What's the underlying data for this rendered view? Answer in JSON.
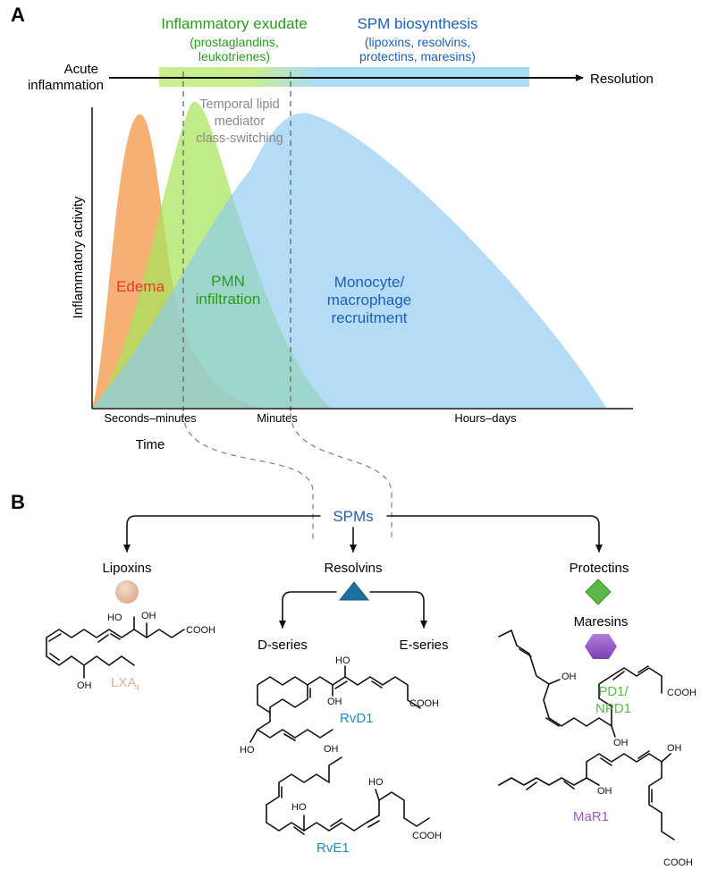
{
  "panel_a": {
    "label": "A",
    "exudate_title": "Inflammatory exudate",
    "exudate_sub1": "(prostaglandins,",
    "exudate_sub2": "leukotrienes)",
    "spm_title": "SPM biosynthesis",
    "spm_sub1": "(lipoxins, resolvins,",
    "spm_sub2": "protectins, maresins)",
    "acute_1": "Acute",
    "acute_2": "inflammation",
    "resolution": "Resolution",
    "switch_1": "Temporal lipid",
    "switch_2": "mediator",
    "switch_3": "class-switching",
    "edema": "Edema",
    "pmn_1": "PMN",
    "pmn_2": "infiltration",
    "mono_1": "Monocyte/",
    "mono_2": "macrophage",
    "mono_3": "recruitment",
    "y_axis": "Inflammatory activity",
    "tick_1": "Seconds–minutes",
    "tick_2": "Minutes",
    "tick_3": "Hours–days",
    "x_axis": "Time"
  },
  "panel_b": {
    "label": "B",
    "spms": "SPMs",
    "lipoxins": "Lipoxins",
    "resolvins": "Resolvins",
    "protectins": "Protectins",
    "maresins": "Maresins",
    "d_series": "D-series",
    "e_series": "E-series",
    "lxa": "LXA",
    "lxa_sub": "4",
    "rvd1": "RvD1",
    "rve1": "RvE1",
    "pd1_1": "PD1/",
    "pd1_2": "NPD1",
    "mar1": "MaR1",
    "oh": "OH",
    "ho": "HO",
    "cooh": "COOH"
  },
  "colors": {
    "edema": "#f4a25a",
    "pmn": "#a6e35a",
    "mono": "#8ccaf2",
    "green_text": "#2a9a1e",
    "blue_text": "#1f5fb5",
    "red_text": "#e53a2e",
    "lipoxin": "#e7c2a6",
    "resolvin": "#1d6f9e",
    "protectin": "#5ab846",
    "maresin": "#9b59c9"
  }
}
